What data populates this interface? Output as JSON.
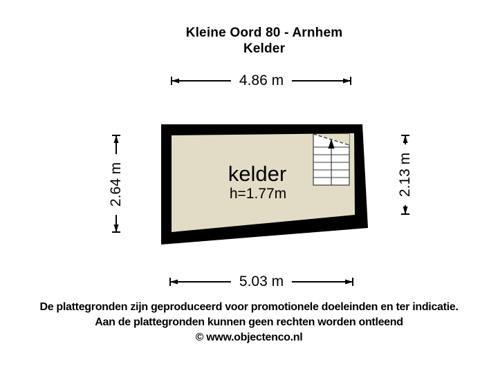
{
  "title": {
    "line1": "Kleine Oord 80 - Arnhem",
    "line2": "Kelder"
  },
  "room": {
    "name": "kelder",
    "height_label": "h=1.77m"
  },
  "dimensions": {
    "top": "4.86 m",
    "bottom": "5.03 m",
    "left": "2.64 m",
    "right": "2.13 m"
  },
  "footer": {
    "line1": "De plattegronden zijn geproduceerd voor promotionele doeleinden en ter indicatie.",
    "line2": "Aan de plattegronden kunnen geen rechten worden ontleend",
    "line3": "© www.objectenco.nl"
  },
  "colors": {
    "wall": "#000000",
    "floor": "#e2dcc6",
    "stair_fill": "#ffffff",
    "stair_line": "#3a3a3a",
    "dimension_line": "#000000",
    "label_background": "#ffffff",
    "text": "#000000",
    "page_background": "#ffffff"
  }
}
